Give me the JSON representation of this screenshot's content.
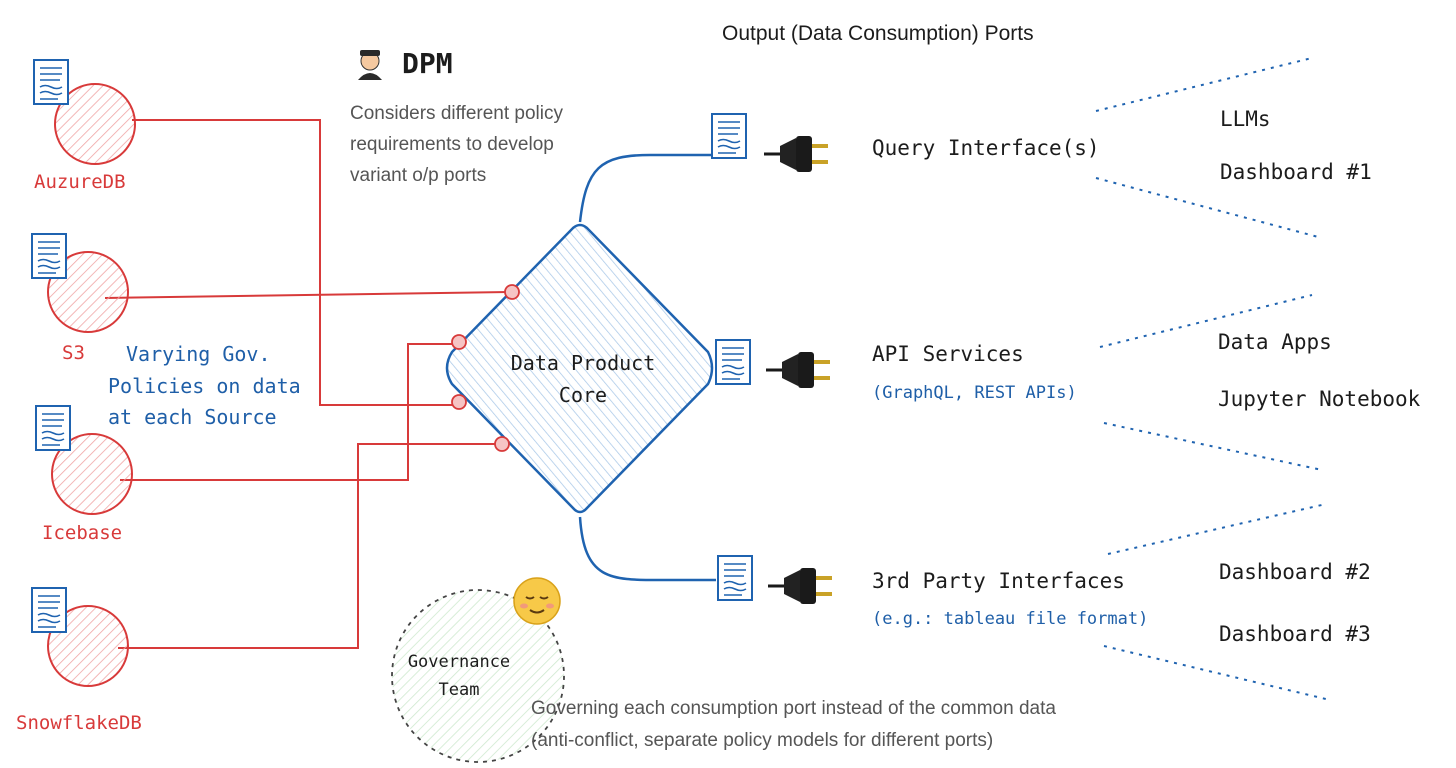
{
  "header": {
    "title": "Output (Data Consumption) Ports"
  },
  "dpm": {
    "label": "DPM",
    "desc_lines": [
      "Considers different policy",
      "requirements to develop",
      "variant o/p ports"
    ]
  },
  "sources": [
    {
      "label": "AuzureDB"
    },
    {
      "label": "S3"
    },
    {
      "label": "Icebase"
    },
    {
      "label": "SnowflakeDB"
    }
  ],
  "gov_policies": {
    "lines": [
      "Varying Gov.",
      "Policies on data",
      "at each Source"
    ]
  },
  "core": {
    "lines": [
      "Data Product",
      "Core"
    ]
  },
  "ports": [
    {
      "name": "Query Interface(s)",
      "sub": ""
    },
    {
      "name": "API Services",
      "sub": "(GraphQL, REST APIs)"
    },
    {
      "name": "3rd Party Interfaces",
      "sub": "(e.g.: tableau file format)"
    }
  ],
  "consumers": [
    {
      "label": "LLMs"
    },
    {
      "label": "Dashboard #1"
    },
    {
      "label": "Data Apps"
    },
    {
      "label": "Jupyter Notebook"
    },
    {
      "label": "Dashboard #2"
    },
    {
      "label": "Dashboard #3"
    }
  ],
  "governance": {
    "lines": [
      "Governance",
      "Team"
    ],
    "note_lines": [
      "Governing each consumption port instead of the common data",
      "(anti-conflict, separate policy models for different ports)"
    ]
  },
  "colors": {
    "source_red": "#d83a3a",
    "line_blue": "#1f63b0",
    "label_blue": "#1f5fa8",
    "governance_green": "#cfe9cf"
  }
}
